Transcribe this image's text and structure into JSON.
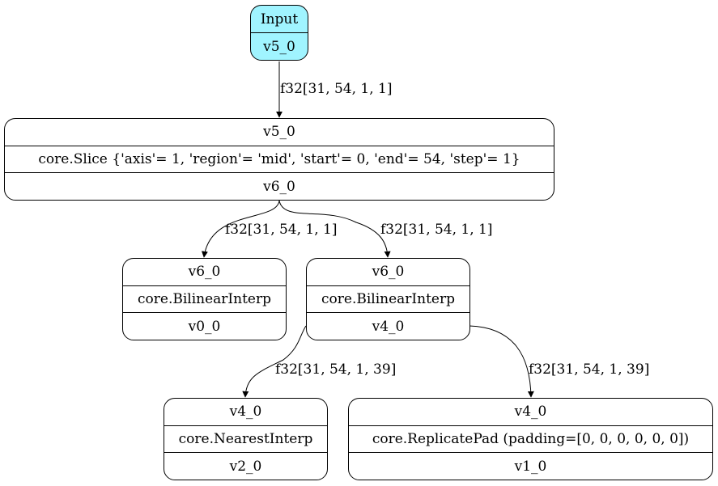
{
  "nodes": {
    "input": {
      "title": "Input",
      "output": "v5_0",
      "fill": "#a0f4ff"
    },
    "slice": {
      "input": "v5_0",
      "op": "core.Slice {'axis'= 1, 'region'= 'mid', 'start'= 0, 'end'= 54, 'step'= 1}",
      "output": "v6_0"
    },
    "bilinear_left": {
      "input": "v6_0",
      "op": "core.BilinearInterp",
      "output": "v0_0"
    },
    "bilinear_right": {
      "input": "v6_0",
      "op": "core.BilinearInterp",
      "output": "v4_0"
    },
    "nearest": {
      "input": "v4_0",
      "op": "core.NearestInterp",
      "output": "v2_0"
    },
    "replicate_pad": {
      "input": "v4_0",
      "op": "core.ReplicatePad (padding=[0, 0, 0, 0, 0, 0])",
      "output": "v1_0"
    }
  },
  "edges": {
    "input_to_slice": "f32[31, 54, 1, 1]",
    "slice_to_bilinear_left": "f32[31, 54, 1, 1]",
    "slice_to_bilinear_right": "f32[31, 54, 1, 1]",
    "bilinear_to_nearest": "f32[31, 54, 1, 39]",
    "bilinear_to_replicate_pad": "f32[31, 54, 1, 39]"
  }
}
